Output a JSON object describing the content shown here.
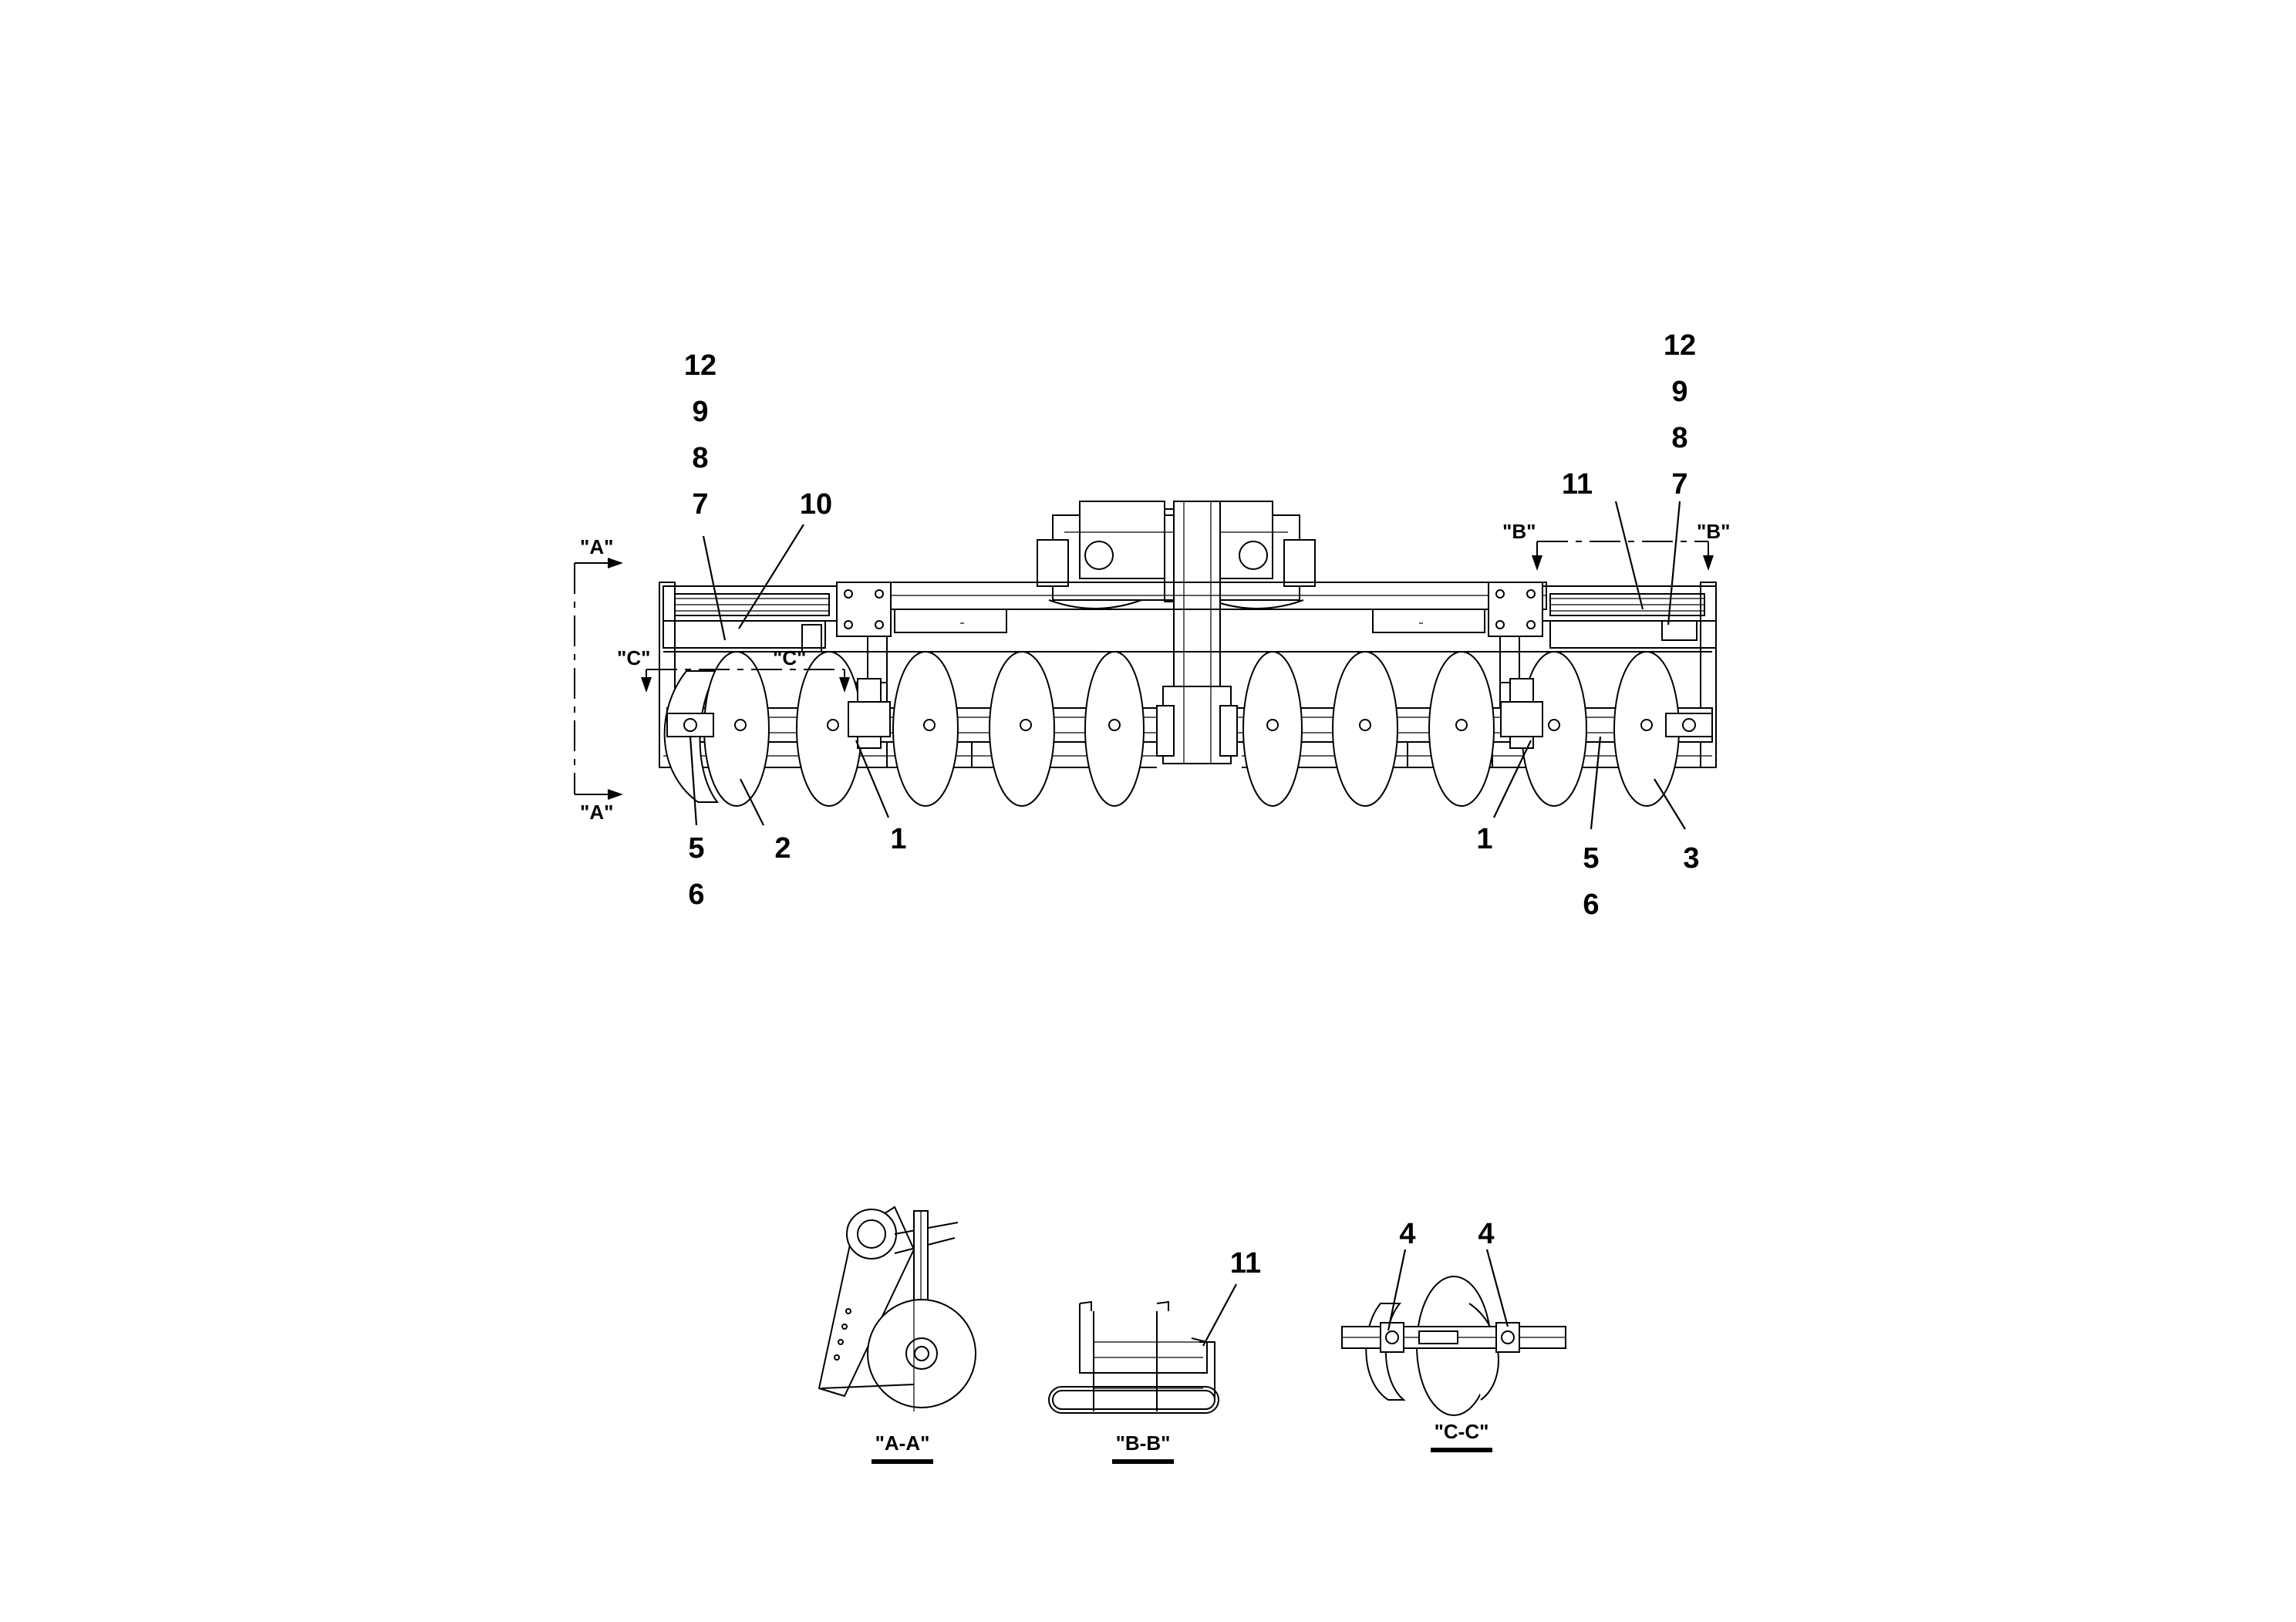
{
  "main_view": {
    "callouts_left_stack": [
      "12",
      "9",
      "8",
      "7"
    ],
    "callout_left_10": "10",
    "callouts_left_bottom": [
      "5",
      "6"
    ],
    "callout_left_2": "2",
    "callout_left_1": "1",
    "callouts_right_stack": [
      "12",
      "9",
      "8",
      "7"
    ],
    "callout_right_11": "11",
    "callout_right_1": "1",
    "callouts_right_bottom": [
      "5",
      "6"
    ],
    "callout_right_3": "3",
    "section_a_top": "\"A\"",
    "section_a_bottom": "\"A\"",
    "section_b_left": "\"B\"",
    "section_b_right": "\"B\"",
    "section_c_left": "\"C\"",
    "section_c_right": "\"C\""
  },
  "views": {
    "aa": {
      "title": "\"A-A\""
    },
    "bb": {
      "title": "\"B-B\"",
      "callout": "11"
    },
    "cc": {
      "title": "\"C-C\"",
      "callout_left": "4",
      "callout_right": "4"
    }
  }
}
